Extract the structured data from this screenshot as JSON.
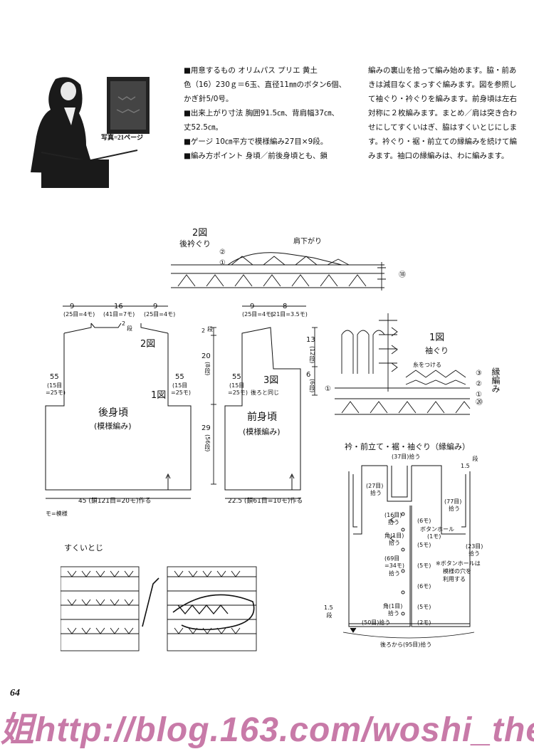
{
  "photo_ref": "写真=21ページ",
  "materials": {
    "line1": "■用意するもの オリムパス プリエ 黄土",
    "line2": "色（16）230ｇ＝6玉、直径11㎜のボタン6個、",
    "line3": "かぎ針5/0号。"
  },
  "finished_size": {
    "line1": "■出来上がり寸法 胸囲91.5㎝、背肩幅37㎝、",
    "line2": "丈52.5㎝。"
  },
  "gauge": "■ゲージ 10㎝平方で模様編み27目×9段。",
  "point": "■編み方ポイント 身頃／前後身頃とも、鎖",
  "instructions": [
    "編みの裏山を拾って編み始めます。脇・前あ",
    "きは減目なくまっすぐ編みます。図を参照し",
    "て袖ぐり・衿ぐりを編みます。前身頃は左右",
    "対称に２枚編みます。まとめ／肩は突き合わ",
    "せにしてすくいはぎ、脇はすくいとじにしま",
    "す。衿ぐり・裾・前立ての縁編みを続けて編",
    "みます。袖口の縁編みは、わに編みます。"
  ],
  "diagram2": {
    "title": "2図",
    "subtitle": "後衿ぐり",
    "shoulder": "肩下がり",
    "r2": "②",
    "r1": "①",
    "st18": "⑱"
  },
  "diagram1": {
    "title": "1図",
    "subtitle": "袖ぐり",
    "thread": "糸をつける",
    "r3": "③",
    "r2": "②",
    "r1": "①",
    "edge": "縁編み",
    "st1": "①",
    "st20": "⑳"
  },
  "back": {
    "title": "後身頃",
    "pattern": "(模様編み)",
    "top_left": "9",
    "top_left_sub": "(25目=4モ)",
    "top_mid": "16",
    "top_mid_sub": "(41目=7モ)",
    "top_right": "9",
    "top_right_sub": "(25目=4モ)",
    "neck": "2",
    "neck_sub": "段",
    "side": "55",
    "side_sub1": "(15目",
    "side_sub2": "=25モ)",
    "fig2": "2図",
    "fig1": "1図",
    "bottom": "45 (鎖121目=20モ)作る",
    "note": "モ=模様"
  },
  "front": {
    "title": "前身頃",
    "pattern": "(模様編み)",
    "top_left": "9",
    "top_left_sub": "(25目=4モ)",
    "top_right": "8",
    "top_right_sub": "(21目=3.5モ)",
    "side": "55",
    "side_sub1": "(15目",
    "side_sub2": "=25モ)",
    "fig3": "3図",
    "same": "後ろと同じ",
    "bottom": "22.5 (鎖61目=10モ)作る"
  },
  "heights": {
    "h_top": "2",
    "h_top_sub": "段",
    "h_arm": "20",
    "h_arm_sub": "(8段)",
    "h_body": "29",
    "h_body_sub": "(56段)",
    "h_neck": "13",
    "h_neck_sub": "(12段)",
    "h_neck2": "6",
    "h_neck2_sub": "(6段)"
  },
  "sukui": {
    "title": "すくいとじ"
  },
  "edging": {
    "title": "衿・前立て・裾・袖ぐり（縁編み）",
    "neck_pick": "(37目)拾う",
    "left_neck": "(27目)",
    "left_neck_sub": "拾う",
    "right_neck": "(77目)",
    "right_neck_sub": "拾う",
    "right_sleeve": "(23目)",
    "right_sleeve_sub": "拾う",
    "h_right": "1.5",
    "h_right_sub": "段",
    "pick16": "(16目)",
    "pick16_sub": "拾う",
    "corner1": "角(1目)",
    "corner1_sub": "拾う",
    "pick69": "(69目",
    "pick69_sub1": "=34モ)",
    "pick69_sub2": "拾う",
    "corner2": "角(1目)",
    "corner2_sub": "拾う",
    "pick50": "(50目)拾う",
    "h_left": "1.5",
    "h_left_sub": "段",
    "bh6": "(6モ)",
    "bh_label": "ボタンホール",
    "bh1": "(1モ)",
    "bh5a": "(5モ)",
    "bh5b": "(5モ)",
    "bh6b": "(6モ)",
    "bh5c": "(5モ)",
    "bh2": "(2モ)",
    "note1": "※ボタンホールは",
    "note2": "模様の穴を",
    "note3": "利用する",
    "bottom": "後ろから(95目)拾う"
  },
  "page_number": "64",
  "watermark": "姐http://blog.163.com/woshi_the"
}
